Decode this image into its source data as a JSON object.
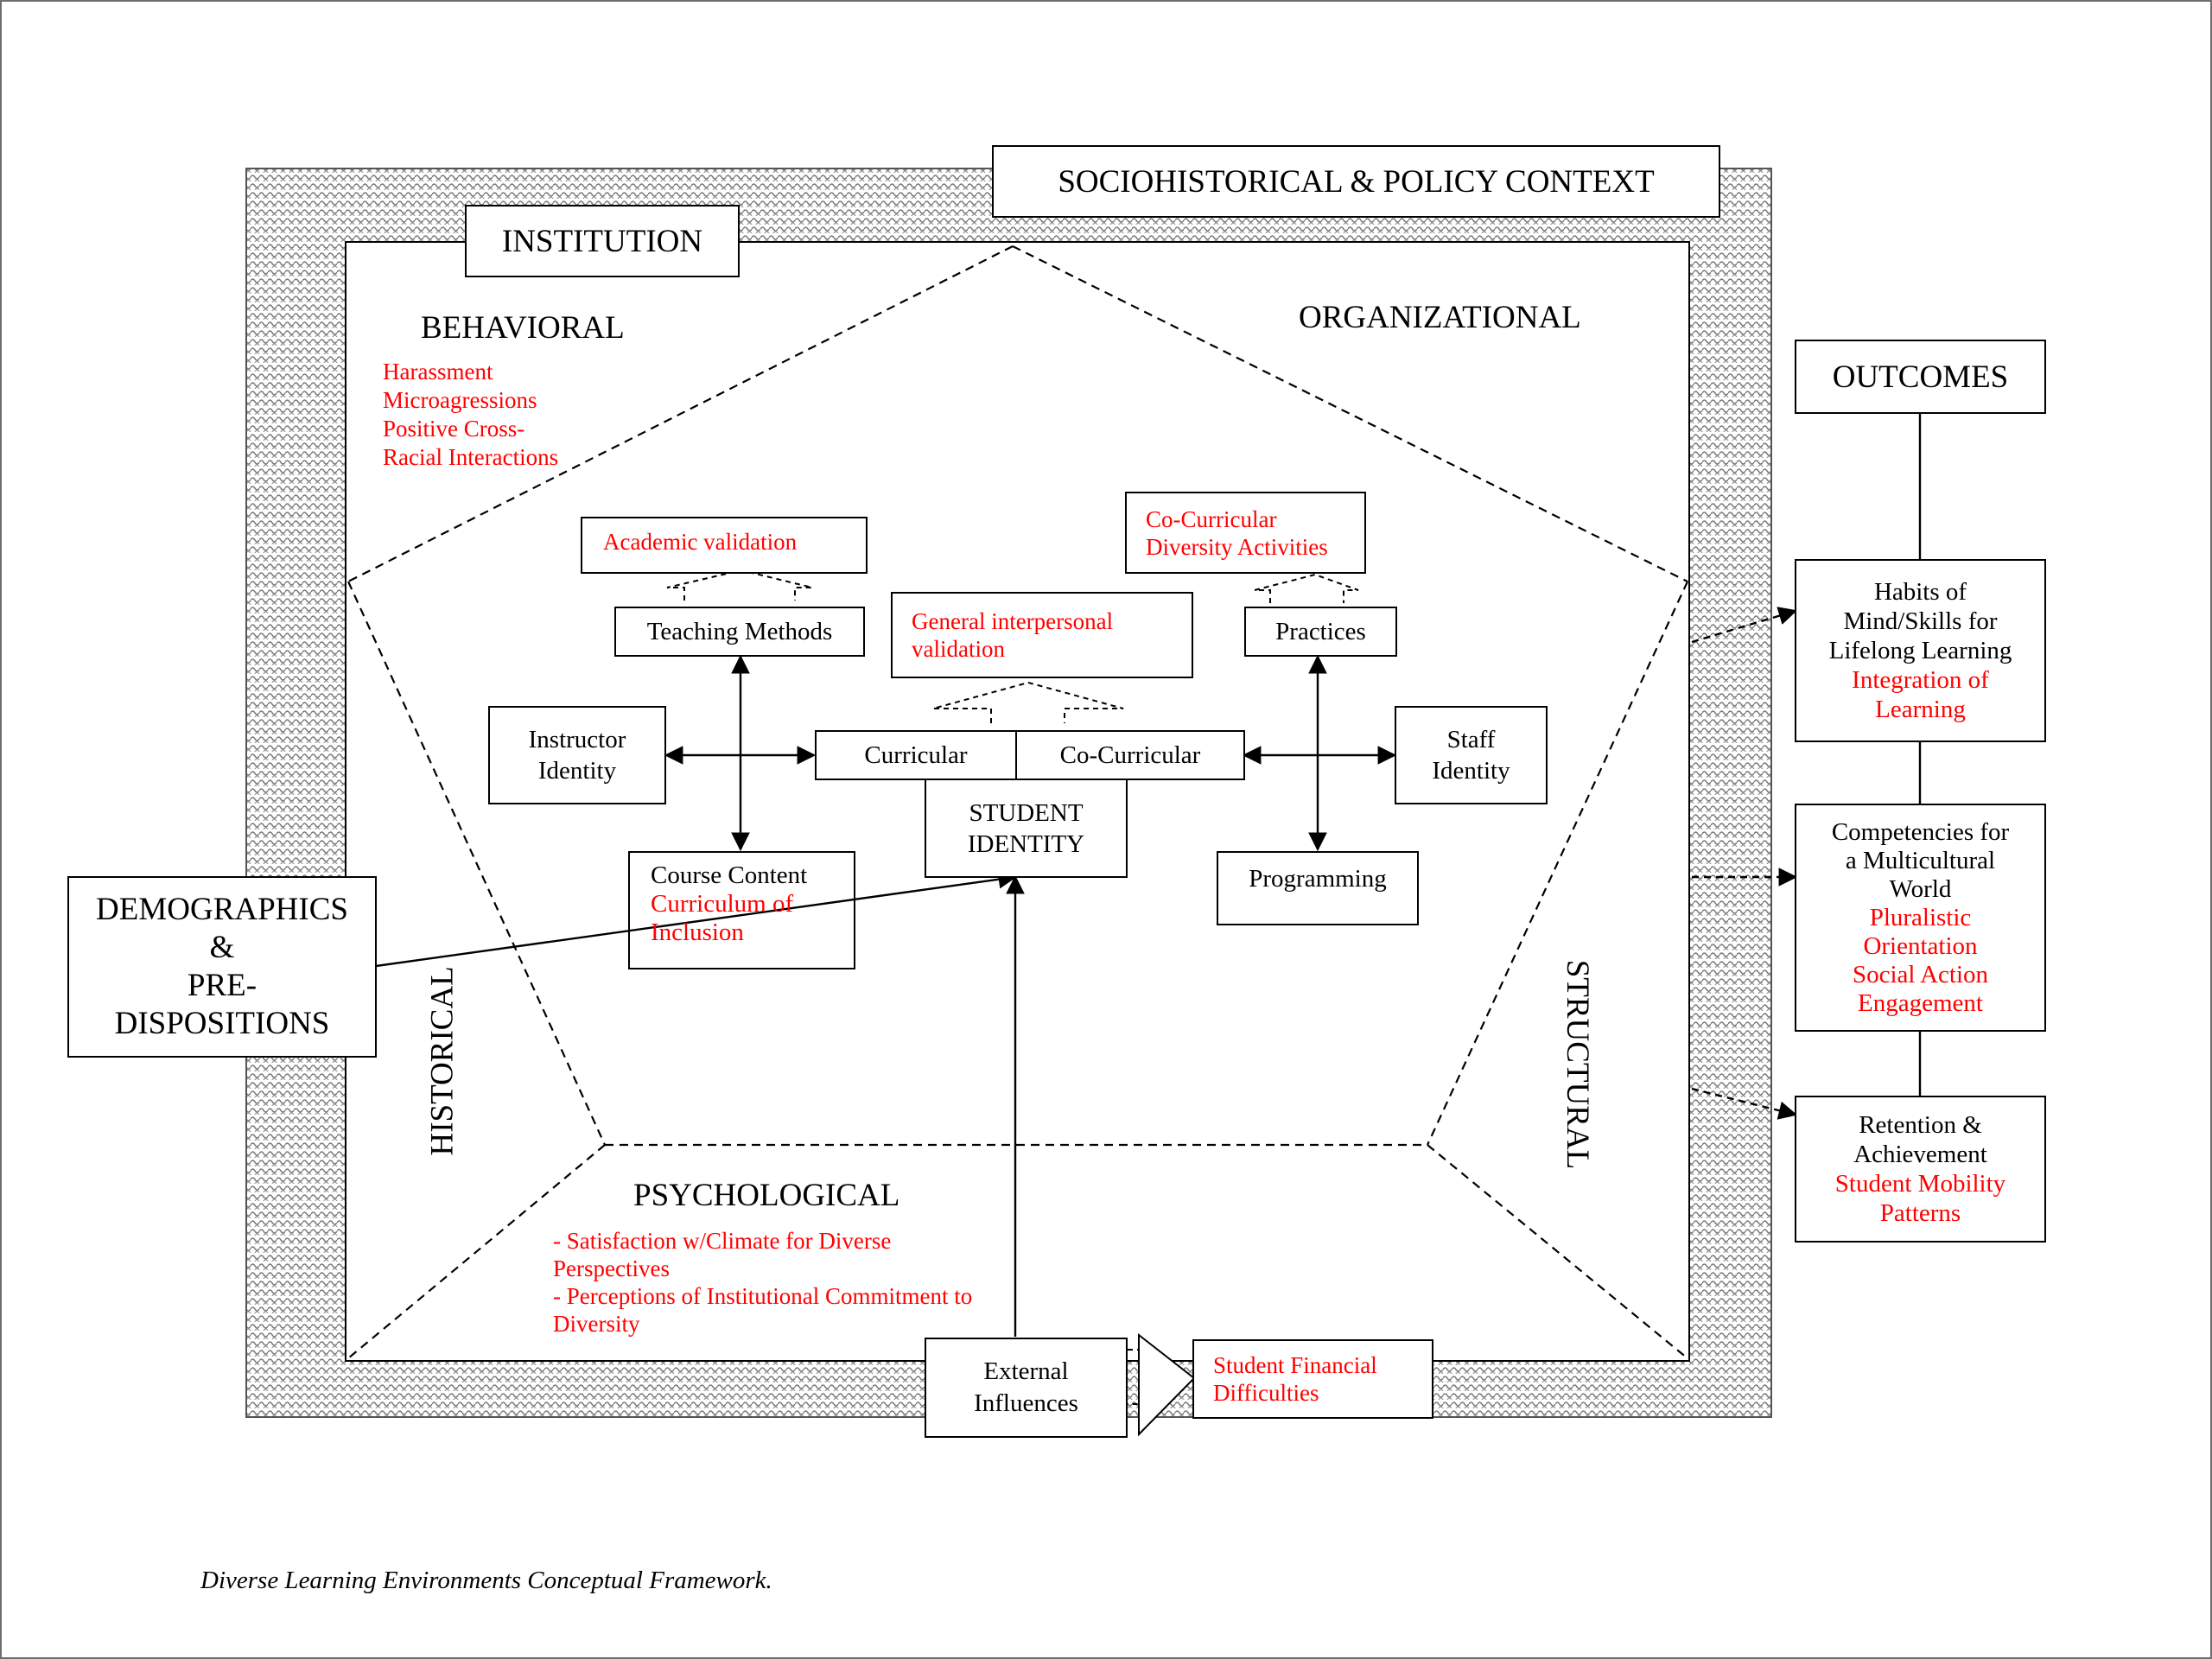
{
  "context": {
    "sociohistorical": "SOCIOHISTORICAL & POLICY CONTEXT",
    "institution": "INSTITUTION"
  },
  "dimensions": {
    "behavioral": "BEHAVIORAL",
    "organizational": "ORGANIZATIONAL",
    "historical": "HISTORICAL",
    "structural": "STRUCTURAL",
    "psychological": "PSYCHOLOGICAL"
  },
  "behavioral_items": [
    "Harassment",
    "Microagressions",
    "Positive Cross-",
    "Racial Interactions"
  ],
  "psychological_items": [
    "- Satisfaction w/Climate for Diverse",
    "Perspectives",
    "- Perceptions of Institutional Commitment to",
    "Diversity"
  ],
  "nodes": {
    "academic_validation": "Academic validation",
    "teaching_methods": "Teaching Methods",
    "general_validation": [
      "General interpersonal",
      "validation"
    ],
    "co_curricular_activities": [
      "Co-Curricular",
      "Diversity Activities"
    ],
    "practices": "Practices",
    "instructor_identity": [
      "Instructor",
      "Identity"
    ],
    "curricular": "Curricular",
    "co_curricular": "Co-Curricular",
    "staff_identity": [
      "Staff",
      "Identity"
    ],
    "student_identity": [
      "STUDENT",
      "IDENTITY"
    ],
    "course_content": "Course Content",
    "curriculum_inclusion": [
      "Curriculum of",
      "Inclusion"
    ],
    "programming": "Programming",
    "demographics": [
      "DEMOGRAPHICS",
      "&",
      "PRE-",
      "DISPOSITIONS"
    ],
    "external_influences": [
      "External",
      "Influences"
    ],
    "student_financial": [
      "Student Financial",
      "Difficulties"
    ]
  },
  "outcomes": {
    "title": "OUTCOMES",
    "habits": {
      "black": [
        "Habits of",
        "Mind/Skills for",
        "Lifelong Learning"
      ],
      "red": [
        "Integration of",
        "Learning"
      ]
    },
    "competencies": {
      "black": [
        "Competencies for",
        "a Multicultural",
        "World"
      ],
      "red": [
        "Pluralistic",
        "Orientation",
        "Social Action",
        "Engagement"
      ]
    },
    "retention": {
      "black": [
        "Retention &",
        "Achievement"
      ],
      "red": [
        "Student Mobility",
        "Patterns"
      ]
    }
  },
  "caption": "Diverse Learning Environments Conceptual Framework.",
  "colors": {
    "accent_red": "#ff0000",
    "ink": "#000000",
    "stipple": "#8a8a8a"
  }
}
